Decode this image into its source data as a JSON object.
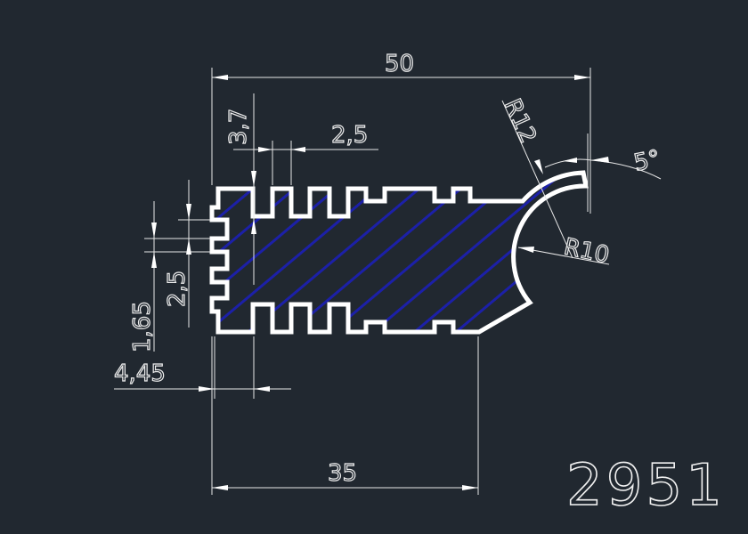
{
  "drawing": {
    "number": "2951",
    "colors": {
      "background": "#212830",
      "outline": "#ffffff",
      "hatch": "#1c20a8",
      "dimension": "#e8e8e8"
    },
    "dimensions": {
      "overall_width": "50",
      "slot_depth": "3,7",
      "slot_width": "2,5",
      "side_pitch": "1,65",
      "side_width": "2,5",
      "side_offset": "4,45",
      "base_length": "35",
      "outer_radius": "R12",
      "inner_radius": "R10",
      "angle": "5°"
    }
  }
}
